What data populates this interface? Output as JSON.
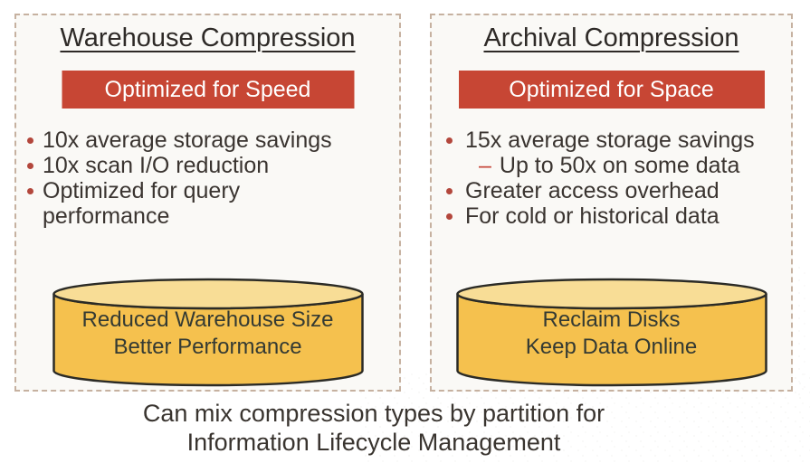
{
  "slide": {
    "panels": [
      {
        "title": "Warehouse Compression",
        "banner": "Optimized for Speed",
        "bullets": [
          "10x average storage savings",
          "10x scan I/O reduction",
          "Optimized for query\nperformance"
        ],
        "cylinder": {
          "line1": "Reduced Warehouse Size",
          "line2": "Better Performance"
        }
      },
      {
        "title": "Archival Compression",
        "banner": "Optimized for Space",
        "bullets": [
          "15x average storage savings",
          "Greater access overhead",
          "For cold or historical data"
        ],
        "sub_bullet": {
          "marker": "–",
          "text": "Up to 50x on some data"
        },
        "cylinder": {
          "line1": "Reclaim Disks",
          "line2": "Keep Data Online"
        }
      }
    ],
    "footer": {
      "line1": "Can mix compression types by partition for",
      "line2": "Information Lifecycle Management"
    },
    "colors": {
      "accent_red": "#C74634",
      "bullet_dot_red": "#B3473C",
      "cylinder_body": "#F5C14E",
      "cylinder_top": "#F8DD96",
      "cylinder_outline": "#2B2B26",
      "panel_border": "#C6B1A0",
      "panel_background": "#FAF9F6",
      "text_dark": "#39342F"
    }
  }
}
